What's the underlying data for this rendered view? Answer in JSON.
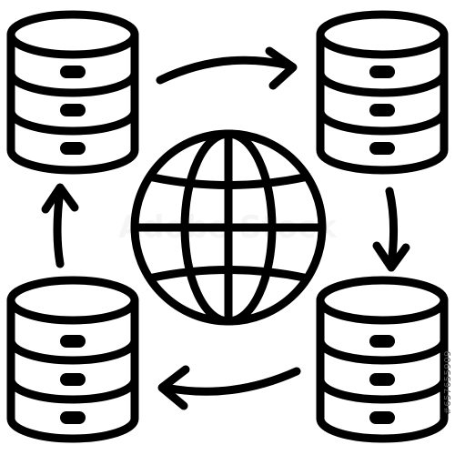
{
  "icon": {
    "name": "database-network-sync-icon",
    "stroke_color": "#000000",
    "background_color": "#ffffff",
    "components": [
      "database-top-left",
      "database-top-right",
      "database-bottom-left",
      "database-bottom-right",
      "globe",
      "arrow-top",
      "arrow-right",
      "arrow-bottom",
      "arrow-left"
    ]
  },
  "watermark": {
    "brand": "Adobe Stock",
    "id_text": "#657655909"
  }
}
